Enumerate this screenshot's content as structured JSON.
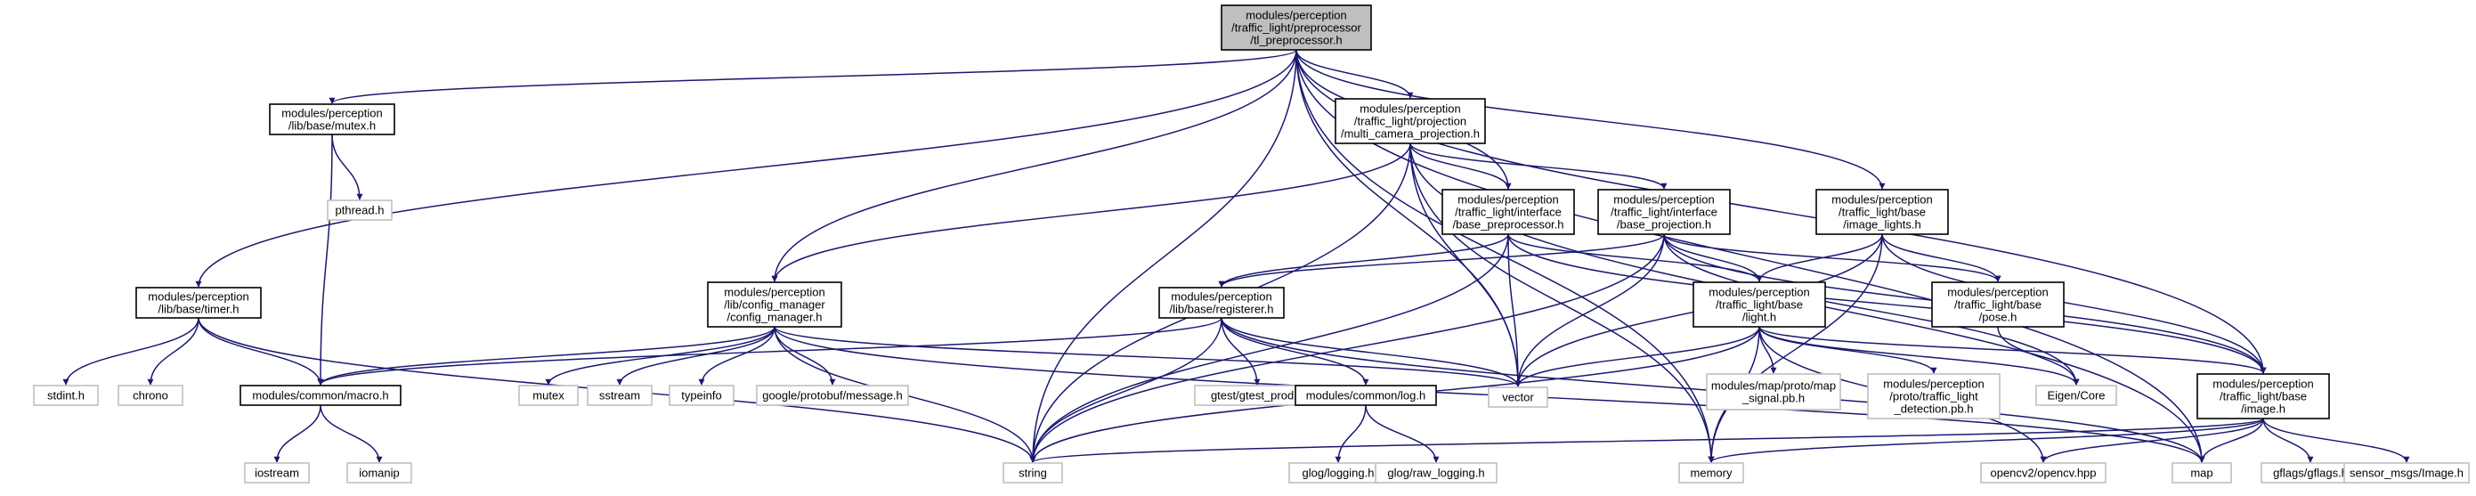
{
  "graph": {
    "nodes": [
      {
        "id": "tl_pre",
        "label": "modules/perception\n/traffic_light/preprocessor\n/tl_preprocessor.h",
        "kind": "root"
      },
      {
        "id": "mutex_h",
        "label": "modules/perception\n/lib/base/mutex.h",
        "kind": "file"
      },
      {
        "id": "mcp",
        "label": "modules/perception\n/traffic_light/projection\n/multi_camera_projection.h",
        "kind": "file"
      },
      {
        "id": "pthread",
        "label": "pthread.h",
        "kind": "system"
      },
      {
        "id": "base_pre",
        "label": "modules/perception\n/traffic_light/interface\n/base_preprocessor.h",
        "kind": "file"
      },
      {
        "id": "base_proj",
        "label": "modules/perception\n/traffic_light/interface\n/base_projection.h",
        "kind": "file"
      },
      {
        "id": "image_lights",
        "label": "modules/perception\n/traffic_light/base\n/image_lights.h",
        "kind": "file"
      },
      {
        "id": "timer",
        "label": "modules/perception\n/lib/base/timer.h",
        "kind": "file"
      },
      {
        "id": "config_mgr",
        "label": "modules/perception\n/lib/config_manager\n/config_manager.h",
        "kind": "file"
      },
      {
        "id": "registerer",
        "label": "modules/perception\n/lib/base/registerer.h",
        "kind": "file"
      },
      {
        "id": "light",
        "label": "modules/perception\n/traffic_light/base\n/light.h",
        "kind": "file"
      },
      {
        "id": "pose",
        "label": "modules/perception\n/traffic_light/base\n/pose.h",
        "kind": "file"
      },
      {
        "id": "image_h",
        "label": "modules/perception\n/traffic_light/base\n/image.h",
        "kind": "file"
      },
      {
        "id": "stdint",
        "label": "stdint.h",
        "kind": "system"
      },
      {
        "id": "chrono",
        "label": "chrono",
        "kind": "system"
      },
      {
        "id": "macro",
        "label": "modules/common/macro.h",
        "kind": "file"
      },
      {
        "id": "mutex_sys",
        "label": "mutex",
        "kind": "system"
      },
      {
        "id": "sstream",
        "label": "sstream",
        "kind": "system"
      },
      {
        "id": "typeinfo",
        "label": "typeinfo",
        "kind": "system"
      },
      {
        "id": "gpb_msg",
        "label": "google/protobuf/message.h",
        "kind": "system"
      },
      {
        "id": "gtest_prod",
        "label": "gtest/gtest_prod.h",
        "kind": "system"
      },
      {
        "id": "log_h",
        "label": "modules/common/log.h",
        "kind": "file"
      },
      {
        "id": "vector",
        "label": "vector",
        "kind": "system"
      },
      {
        "id": "map_signal",
        "label": "modules/map/proto/map\n_signal.pb.h",
        "kind": "system"
      },
      {
        "id": "tl_detect",
        "label": "modules/perception\n/proto/traffic_light\n_detection.pb.h",
        "kind": "system"
      },
      {
        "id": "eigen",
        "label": "Eigen/Core",
        "kind": "system"
      },
      {
        "id": "iostream",
        "label": "iostream",
        "kind": "system"
      },
      {
        "id": "iomanip",
        "label": "iomanip",
        "kind": "system"
      },
      {
        "id": "string",
        "label": "string",
        "kind": "system"
      },
      {
        "id": "glog_logging",
        "label": "glog/logging.h",
        "kind": "system"
      },
      {
        "id": "glog_raw",
        "label": "glog/raw_logging.h",
        "kind": "system"
      },
      {
        "id": "memory",
        "label": "memory",
        "kind": "system"
      },
      {
        "id": "opencv",
        "label": "opencv2/opencv.hpp",
        "kind": "system"
      },
      {
        "id": "map_sys",
        "label": "map",
        "kind": "system"
      },
      {
        "id": "gflags",
        "label": "gflags/gflags.h",
        "kind": "system"
      },
      {
        "id": "sensor_img",
        "label": "sensor_msgs/Image.h",
        "kind": "system"
      }
    ],
    "edges": [
      [
        "tl_pre",
        "mutex_h"
      ],
      [
        "tl_pre",
        "mcp"
      ],
      [
        "tl_pre",
        "base_pre"
      ],
      [
        "tl_pre",
        "image_lights"
      ],
      [
        "tl_pre",
        "timer"
      ],
      [
        "tl_pre",
        "config_mgr"
      ],
      [
        "tl_pre",
        "vector"
      ],
      [
        "tl_pre",
        "string"
      ],
      [
        "tl_pre",
        "image_h"
      ],
      [
        "tl_pre",
        "map_sys"
      ],
      [
        "tl_pre",
        "memory"
      ],
      [
        "mutex_h",
        "pthread"
      ],
      [
        "mutex_h",
        "macro"
      ],
      [
        "mcp",
        "base_pre"
      ],
      [
        "mcp",
        "base_proj"
      ],
      [
        "mcp",
        "config_mgr"
      ],
      [
        "mcp",
        "string"
      ],
      [
        "mcp",
        "vector"
      ],
      [
        "mcp",
        "memory"
      ],
      [
        "mcp",
        "map_sys"
      ],
      [
        "base_pre",
        "registerer"
      ],
      [
        "base_pre",
        "light"
      ],
      [
        "base_pre",
        "image_h"
      ],
      [
        "base_pre",
        "string"
      ],
      [
        "base_pre",
        "vector"
      ],
      [
        "base_proj",
        "registerer"
      ],
      [
        "base_proj",
        "light"
      ],
      [
        "base_proj",
        "pose"
      ],
      [
        "base_proj",
        "image_h"
      ],
      [
        "base_proj",
        "eigen"
      ],
      [
        "base_proj",
        "vector"
      ],
      [
        "base_proj",
        "string"
      ],
      [
        "image_lights",
        "light"
      ],
      [
        "image_lights",
        "pose"
      ],
      [
        "image_lights",
        "image_h"
      ],
      [
        "image_lights",
        "vector"
      ],
      [
        "image_lights",
        "memory"
      ],
      [
        "timer",
        "stdint"
      ],
      [
        "timer",
        "chrono"
      ],
      [
        "timer",
        "macro"
      ],
      [
        "timer",
        "string"
      ],
      [
        "config_mgr",
        "macro"
      ],
      [
        "config_mgr",
        "mutex_sys"
      ],
      [
        "config_mgr",
        "sstream"
      ],
      [
        "config_mgr",
        "typeinfo"
      ],
      [
        "config_mgr",
        "gpb_msg"
      ],
      [
        "config_mgr",
        "string"
      ],
      [
        "config_mgr",
        "vector"
      ],
      [
        "config_mgr",
        "map_sys"
      ],
      [
        "registerer",
        "macro"
      ],
      [
        "registerer",
        "gtest_prod"
      ],
      [
        "registerer",
        "log_h"
      ],
      [
        "registerer",
        "string"
      ],
      [
        "registerer",
        "vector"
      ],
      [
        "registerer",
        "map_sys"
      ],
      [
        "light",
        "vector"
      ],
      [
        "light",
        "string"
      ],
      [
        "light",
        "memory"
      ],
      [
        "light",
        "map_signal"
      ],
      [
        "light",
        "tl_detect"
      ],
      [
        "light",
        "eigen"
      ],
      [
        "light",
        "opencv"
      ],
      [
        "light",
        "image_h"
      ],
      [
        "pose",
        "eigen"
      ],
      [
        "image_h",
        "string"
      ],
      [
        "image_h",
        "memory"
      ],
      [
        "image_h",
        "opencv"
      ],
      [
        "image_h",
        "map_sys"
      ],
      [
        "image_h",
        "gflags"
      ],
      [
        "image_h",
        "sensor_img"
      ],
      [
        "macro",
        "iostream"
      ],
      [
        "macro",
        "iomanip"
      ],
      [
        "log_h",
        "glog_logging"
      ],
      [
        "log_h",
        "glog_raw"
      ]
    ]
  }
}
